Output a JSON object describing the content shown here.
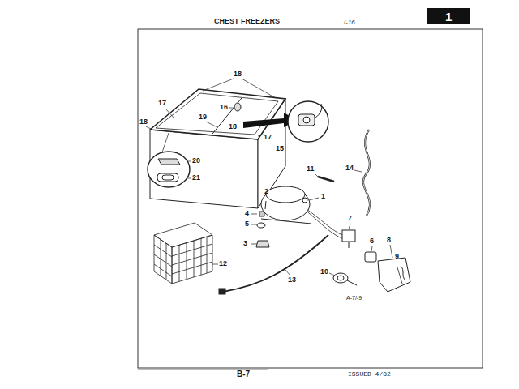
{
  "diagram": {
    "title": "CHEST FREEZERS",
    "nodes": [
      {
        "text": [
          "1"
        ]
      }
    ],
    "labels": [
      "I-16",
      "18",
      "17",
      "16",
      "19",
      "18",
      "18",
      "17",
      "15",
      "20",
      "21",
      "11",
      "14",
      "2",
      "1",
      "4",
      "5",
      "12",
      "3",
      "7",
      "6",
      "8",
      "9",
      "10",
      "13",
      "A-7/-9",
      "B-7",
      "ISSUED 4/82"
    ]
  }
}
